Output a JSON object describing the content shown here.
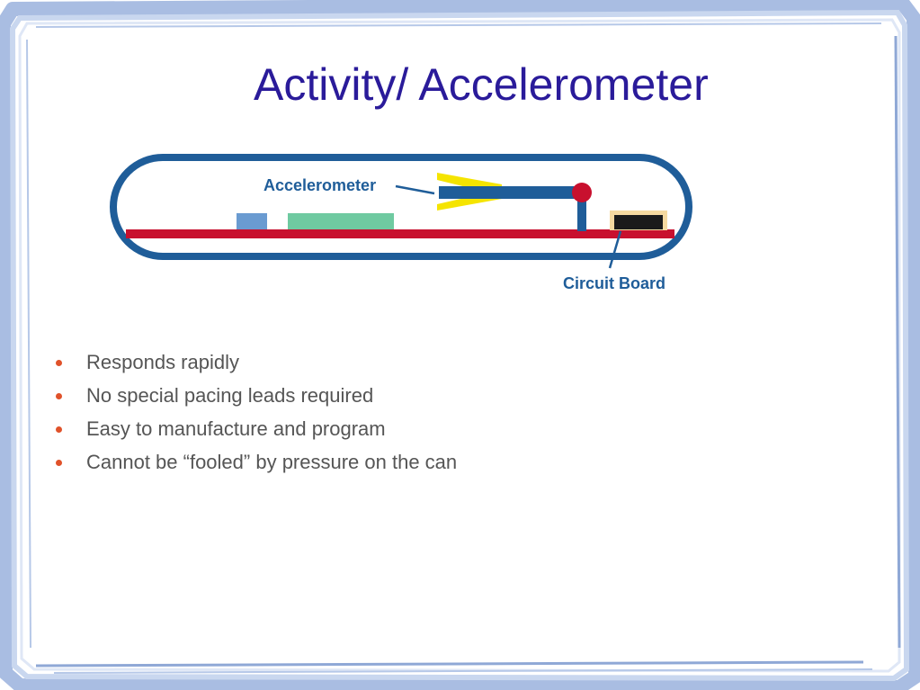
{
  "slide": {
    "title": "Activity/ Accelerometer",
    "diagram": {
      "accelerometer_label": "Accelerometer",
      "circuit_board_label": "Circuit Board"
    },
    "bullets": [
      "Responds rapidly",
      "No special pacing leads required",
      "Easy to manufacture and program",
      "Cannot be “fooled” by pressure on the can"
    ]
  },
  "colors": {
    "title": "#2a1b9a",
    "bullet_marker": "#e0522a",
    "bullet_text": "#555555",
    "frame": "#9db4dc",
    "diagram_outline": "#1f5d99",
    "circuit_board": "#c8102e",
    "sensor_highlight": "#f5e400"
  }
}
